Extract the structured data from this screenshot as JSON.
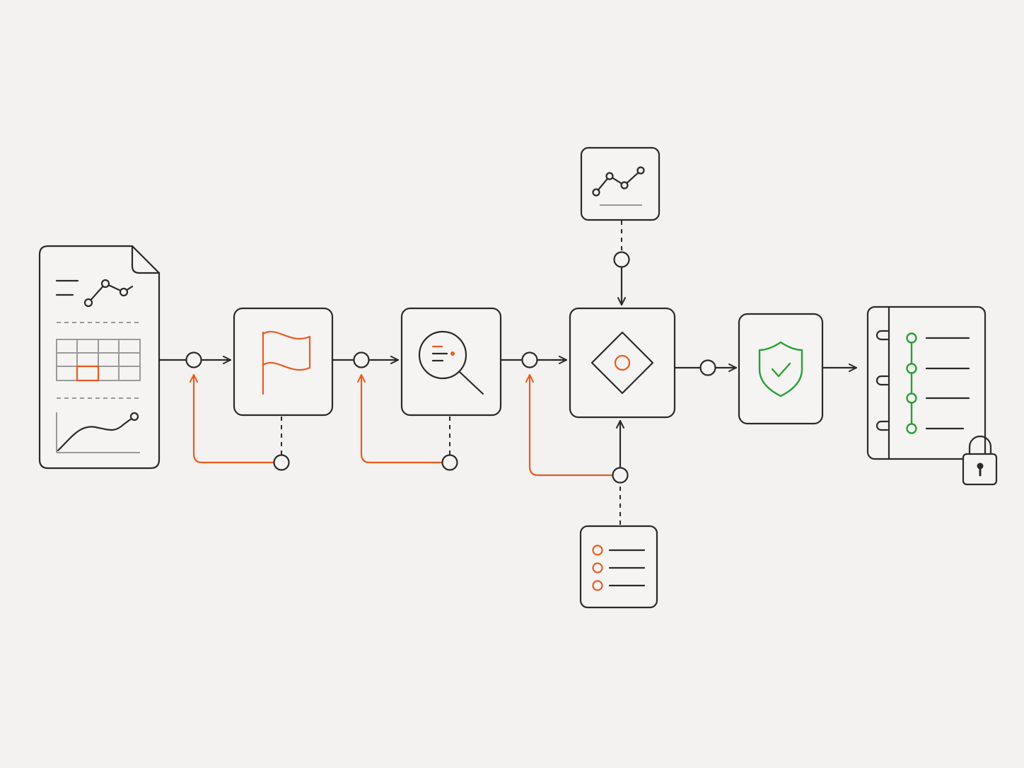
{
  "diagram": {
    "stages": [
      {
        "id": "report",
        "icon": "report-document-icon"
      },
      {
        "id": "flag",
        "icon": "flag-icon"
      },
      {
        "id": "inspect",
        "icon": "magnifier-icon"
      },
      {
        "id": "decide",
        "icon": "diamond-target-icon"
      },
      {
        "id": "verify",
        "icon": "shield-check-icon"
      },
      {
        "id": "ledger",
        "icon": "locked-notebook-icon"
      }
    ],
    "inputs": [
      {
        "id": "metrics",
        "icon": "line-chart-icon",
        "feeds": "decide"
      },
      {
        "id": "checklist",
        "icon": "checklist-icon",
        "feeds": "decide"
      }
    ],
    "colors": {
      "ink": "#2a2a2a",
      "accent": "#ec5a1f",
      "success": "#2aa036",
      "background": "#f3f2f0"
    }
  }
}
